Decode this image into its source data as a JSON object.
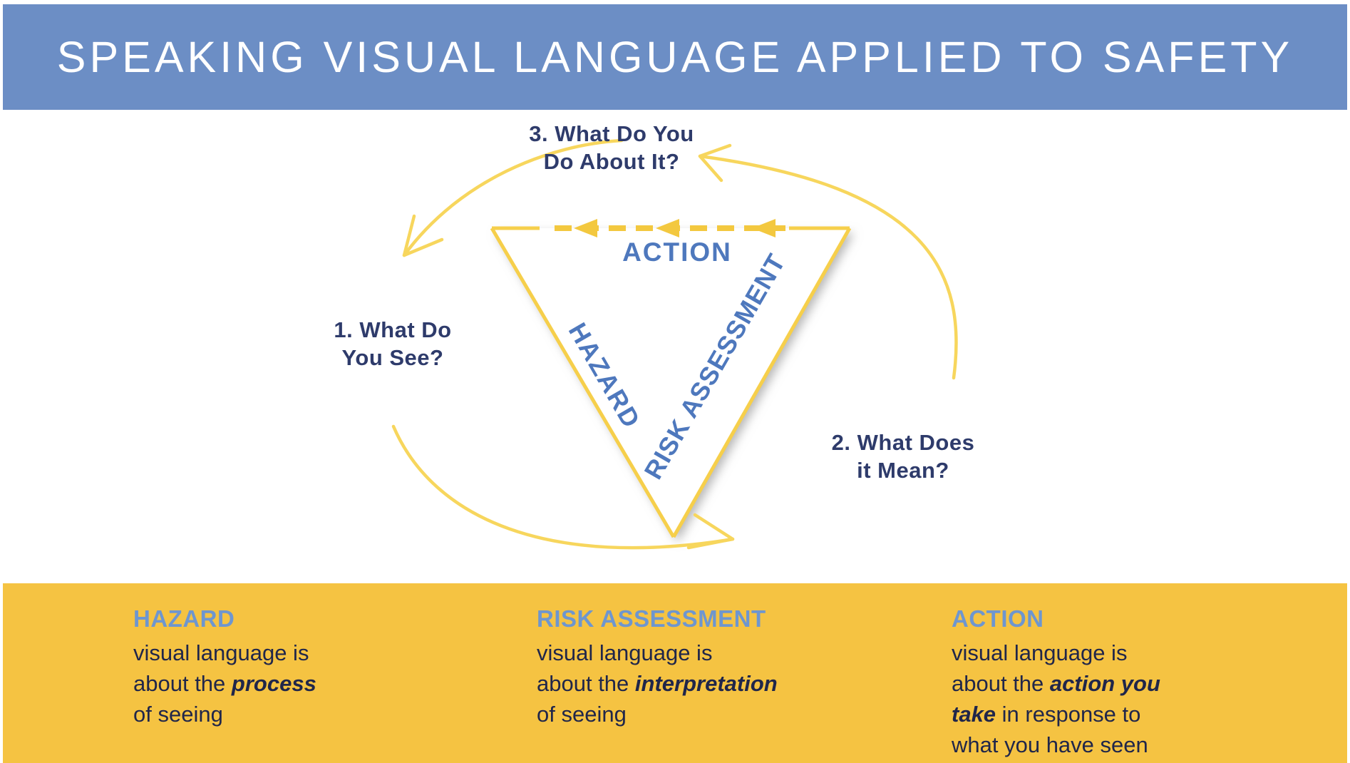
{
  "header": {
    "title": "SPEAKING VISUAL LANGUAGE APPLIED TO SAFETY"
  },
  "diagram": {
    "steps": [
      {
        "id": 1,
        "line1": "1. What Do",
        "line2": "You See?"
      },
      {
        "id": 2,
        "line1": "2. What Does",
        "line2": "it Mean?"
      },
      {
        "id": 3,
        "line1": "3. What Do You",
        "line2": "Do About It?"
      }
    ],
    "triangle": {
      "top_label": "ACTION",
      "left_edge_label": "HAZARD",
      "right_edge_label": "RISK ASSESSMENT"
    }
  },
  "footer": {
    "columns": [
      {
        "heading": "HAZARD",
        "lines": [
          [
            {
              "t": "visual language is"
            }
          ],
          [
            {
              "t": "about the "
            },
            {
              "t": "process",
              "em": true
            }
          ],
          [
            {
              "t": "of seeing"
            }
          ]
        ]
      },
      {
        "heading": "RISK ASSESSMENT",
        "lines": [
          [
            {
              "t": "visual language is"
            }
          ],
          [
            {
              "t": "about the "
            },
            {
              "t": "interpretation",
              "em": true
            }
          ],
          [
            {
              "t": "of seeing"
            }
          ]
        ]
      },
      {
        "heading": "ACTION",
        "lines": [
          [
            {
              "t": "visual language is"
            }
          ],
          [
            {
              "t": "about the "
            },
            {
              "t": "action you",
              "em": true
            }
          ],
          [
            {
              "t": "take",
              "em": true
            },
            {
              "t": " in response to"
            }
          ],
          [
            {
              "t": "what you have seen"
            }
          ]
        ]
      }
    ]
  },
  "colors": {
    "header_blue": "#6C8EC5",
    "triangle_label_blue": "#4E78BD",
    "column_heading_blue": "#6E96CF",
    "step_label_navy": "#2E3B6B",
    "body_text_navy": "#20264A",
    "band_yellow": "#F5C342",
    "triangle_edge_yellow": "#F6CF4B",
    "dash_arrow_yellow": "#F3C83F",
    "cycle_arc_yellow": "#F7D65D"
  }
}
